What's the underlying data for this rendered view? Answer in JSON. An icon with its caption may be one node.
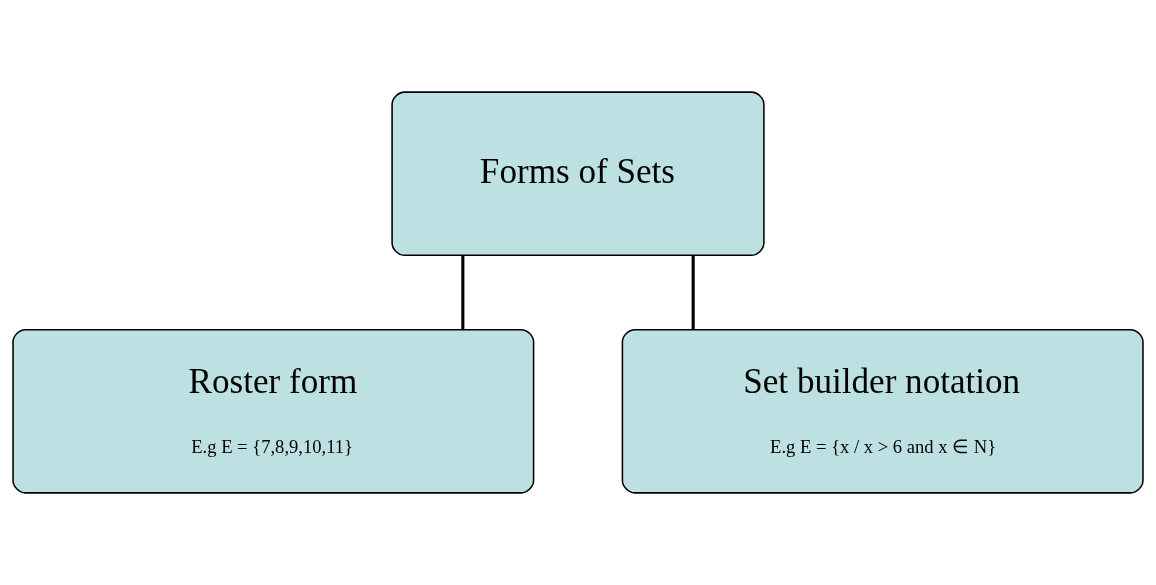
{
  "diagram": {
    "nodes": [
      {
        "text": [
          "Forms of Sets"
        ]
      },
      {
        "text": [
          "Roster form",
          "E.g E = {7,8,9,10,11}"
        ]
      },
      {
        "text": [
          "Set builder notation",
          "E.g E = {x / x > 6 and x ∈ N}"
        ]
      }
    ],
    "edges": [
      {
        "from": 0,
        "to": 1,
        "arrow": "none"
      },
      {
        "from": 0,
        "to": 2,
        "arrow": "none"
      }
    ]
  }
}
